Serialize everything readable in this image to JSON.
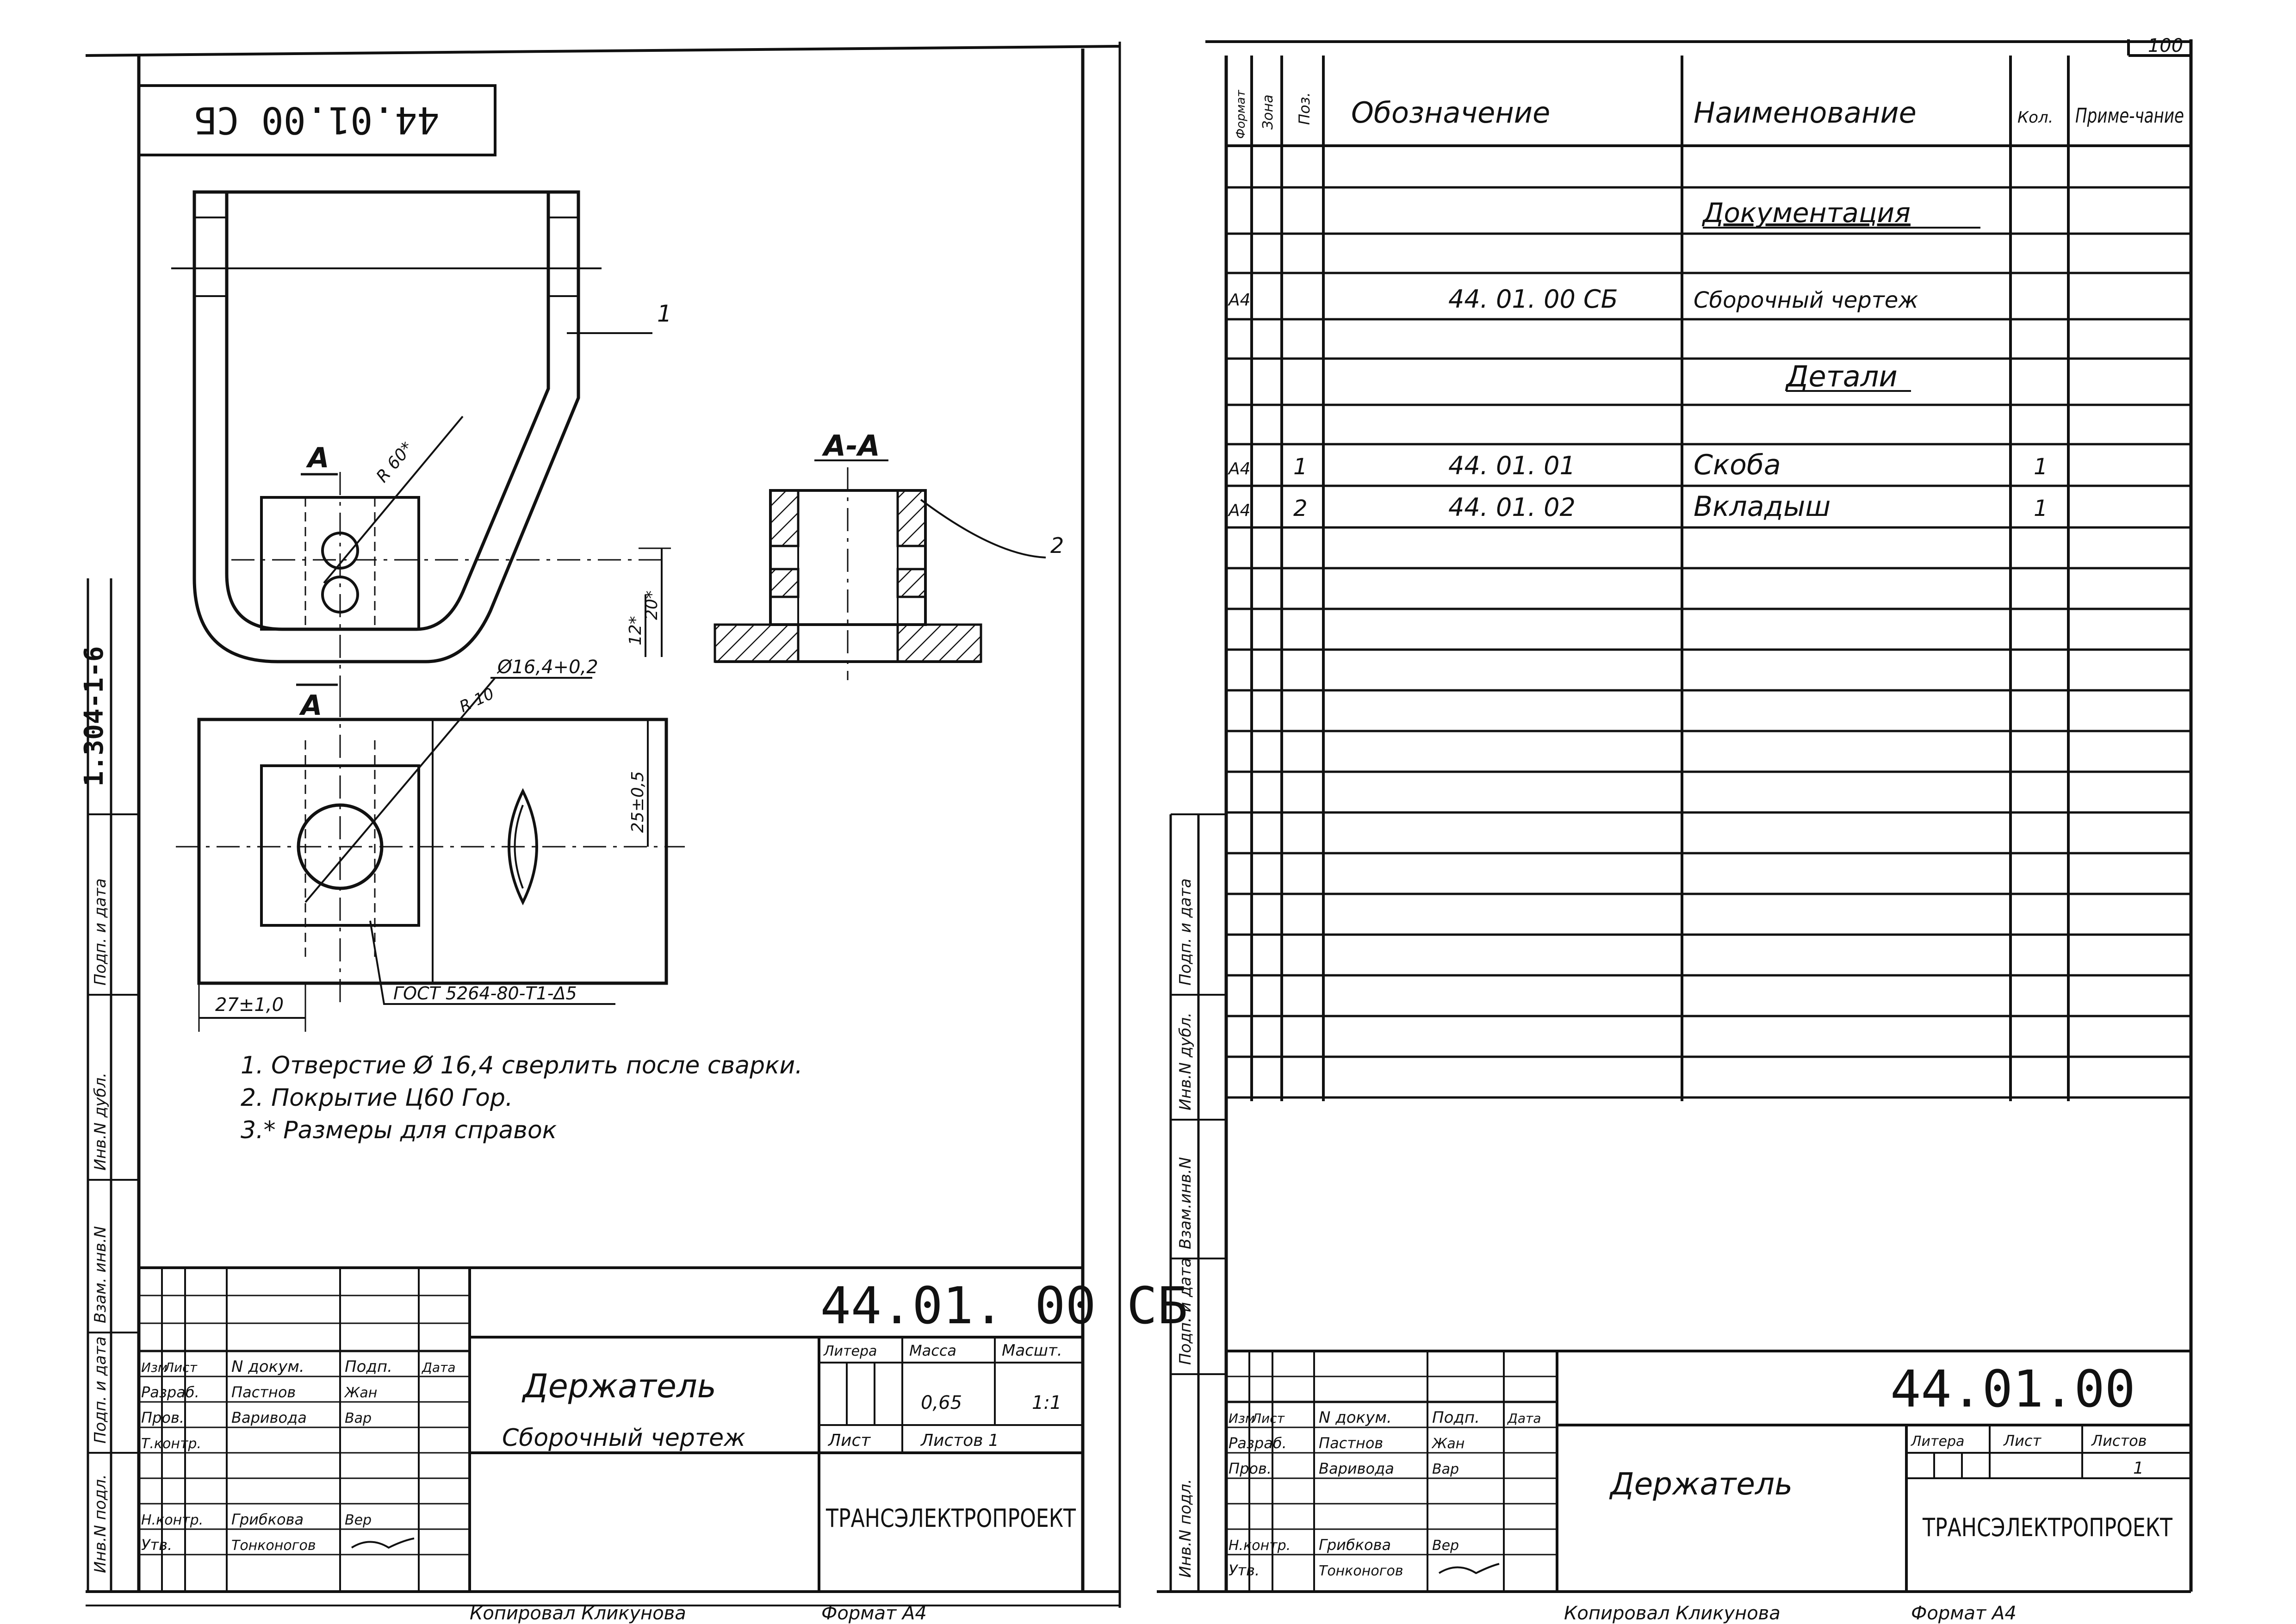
{
  "page_number": "100",
  "left_sheet": {
    "code_box": "44.01.00 СБ",
    "side_label": "1.304-1-6",
    "part_callout": "1",
    "section_mark": "А",
    "section_title": "А-А",
    "dim_radius_top": "R 60*",
    "dim_radius_bottom": "R 10",
    "dim_hole": "Ø16,4+0,2",
    "dim_h1": "12*",
    "dim_h2": "20*",
    "dim_width": "25±0,5",
    "dim_len": "27±1,0",
    "standard_ref": "ГОСТ 5264-80-Т1-Δ5",
    "callout_2": "2",
    "notes": [
      "1. Отверстие Ø 16,4 сверлить после сварки.",
      "2. Покрытие Ц60 Гор.",
      "3.* Размеры для справок"
    ],
    "title_block": {
      "doc_code": "44.01. 00 СБ",
      "name_line1": "Держатель",
      "name_line2": "Сборочный чертеж",
      "col_headers": [
        "Изм",
        "Лист",
        "N докум.",
        "Подп.",
        "Дата"
      ],
      "roles": [
        "Разраб.",
        "Пров.",
        "Т.контр.",
        "",
        "Н.контр.",
        "Утв."
      ],
      "names": [
        "Пастнов",
        "Варивода",
        "",
        "",
        "Грибкова",
        "Тонконогов"
      ],
      "signatures": [
        "Жан",
        "Вар",
        "",
        "",
        "Вер",
        ""
      ],
      "lit_label": "Литера",
      "mass_label": "Масса",
      "scale_label": "Масшт.",
      "mass_value": "0,65",
      "scale_value": "1:1",
      "sheet_label": "Лист",
      "sheets_label": "Листов 1",
      "org": "ТРАНСЭЛЕКТРОПРОЕКТ"
    },
    "footer_copied": "Копировал Кликунова",
    "footer_format": "Формат А4",
    "margin_labels": [
      "Инв.N подл.",
      "Подп. и дата",
      "Взам. инв.N",
      "Инв.N дубл.",
      "Подп. и дата"
    ]
  },
  "right_sheet": {
    "headers": {
      "format": "Формат",
      "zone": "Зона",
      "pos": "Поз.",
      "designation": "Обозначение",
      "name": "Наименование",
      "qty": "Кол.",
      "note": "Приме-чание"
    },
    "rows": [
      {
        "format": "",
        "pos": "",
        "designation": "",
        "name": "Документация",
        "qty": "",
        "section": true
      },
      {
        "format": "А4",
        "pos": "",
        "designation": "44. 01. 00 СБ",
        "name": "Сборочный чертеж",
        "qty": ""
      },
      {
        "format": "",
        "pos": "",
        "designation": "",
        "name": "Детали",
        "qty": "",
        "section": true
      },
      {
        "format": "А4",
        "pos": "1",
        "designation": "44. 01. 01",
        "name": "Скоба",
        "qty": "1"
      },
      {
        "format": "А4",
        "pos": "2",
        "designation": "44. 01. 02",
        "name": "Вкладыш",
        "qty": "1"
      }
    ],
    "title_block": {
      "doc_code": "44.01.00",
      "name": "Держатель",
      "col_headers": [
        "Изм",
        "Лист",
        "N докум.",
        "Подп.",
        "Дата"
      ],
      "roles": [
        "Разраб.",
        "Пров.",
        "",
        "Н.контр.",
        "Утв."
      ],
      "names": [
        "Пастнов",
        "Варивода",
        "",
        "Грибкова",
        "Тонконогов"
      ],
      "signatures": [
        "Жан",
        "Вар",
        "",
        "Вер",
        ""
      ],
      "lit_label": "Литера",
      "sheet_label": "Лист",
      "sheets_label": "Листов",
      "sheets_value": "1",
      "org": "ТРАНСЭЛЕКТРОПРОЕКТ"
    },
    "footer_copied": "Копировал Кликунова",
    "footer_format": "Формат А4",
    "margin_labels": [
      "Инв.N подл.",
      "Подп. и дата",
      "Взам.инв.N",
      "Инв.N дубл.",
      "Подп. и дата"
    ]
  }
}
